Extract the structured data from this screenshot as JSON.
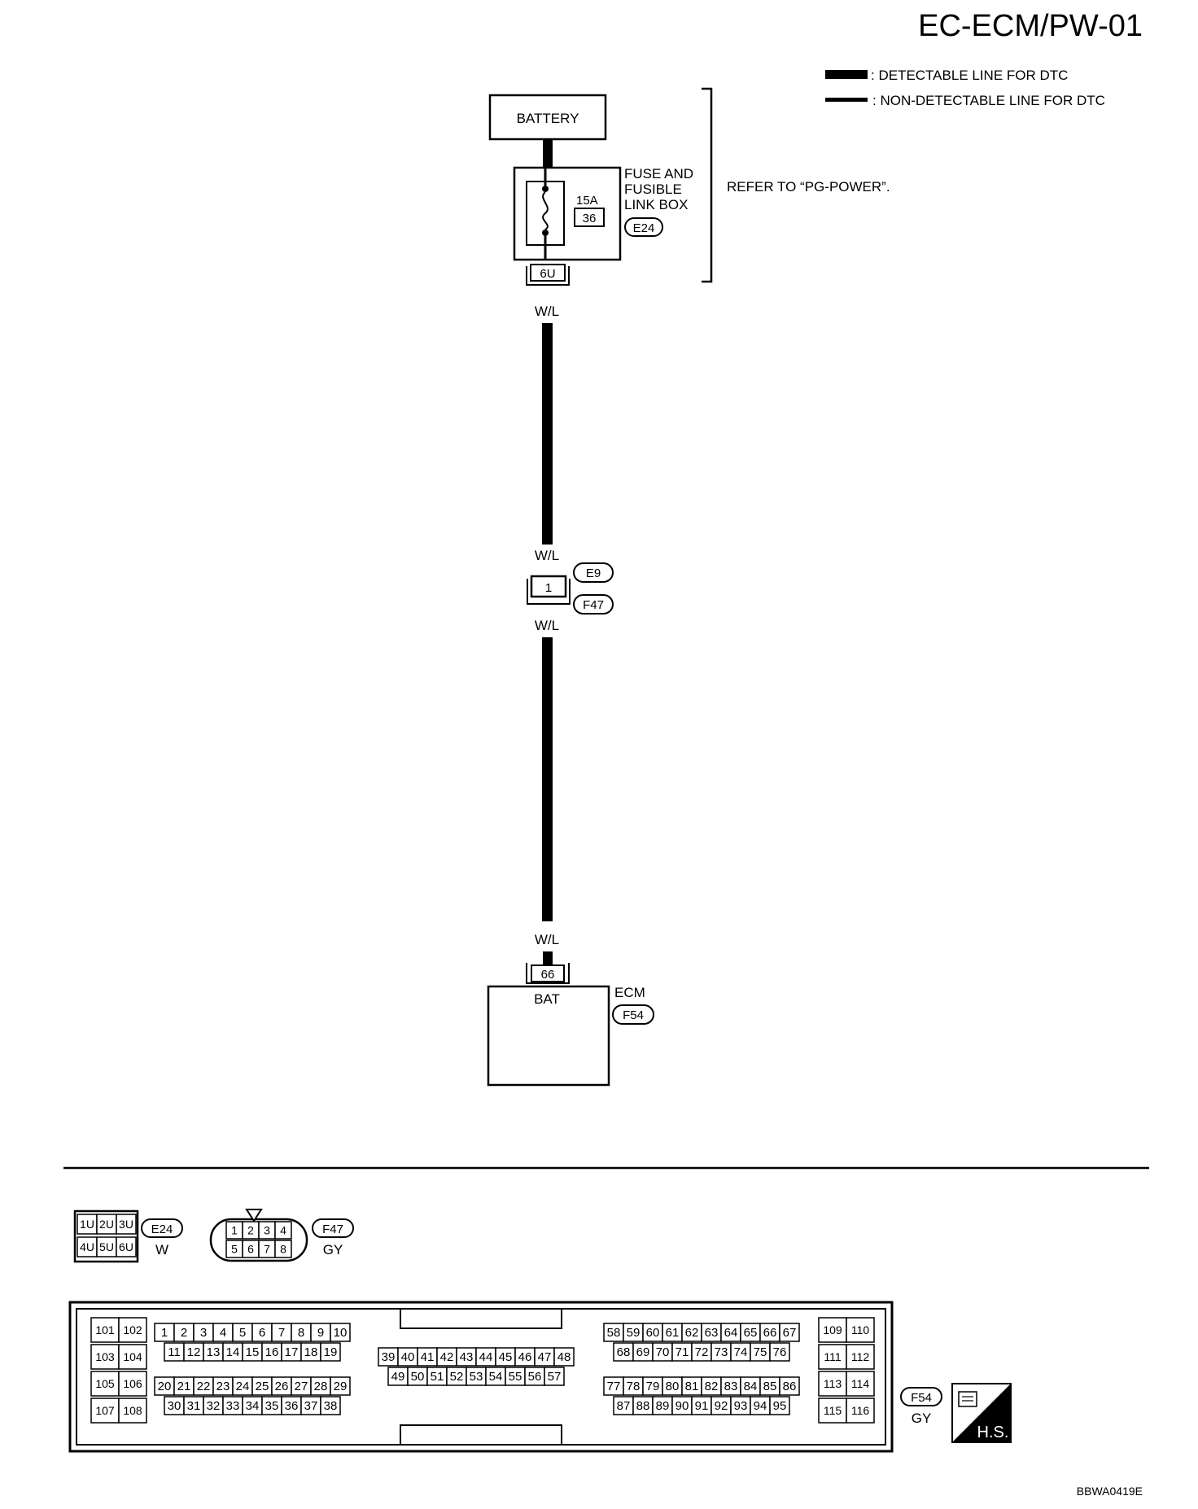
{
  "header": {
    "title": "EC-ECM/PW-01"
  },
  "legend": {
    "detectable": ": DETECTABLE LINE FOR DTC",
    "non_detectable": ": NON-DETECTABLE LINE FOR DTC"
  },
  "battery": {
    "label": "BATTERY"
  },
  "fuse_box": {
    "label_line1": "FUSE AND",
    "label_line2": "FUSIBLE",
    "label_line3": "LINK BOX",
    "fuse_rating": "15A",
    "fuse_number": "36",
    "connector": "E24",
    "terminal": "6U",
    "refer_note": "REFER TO “PG-POWER”."
  },
  "wire": {
    "color_1": "W/L",
    "color_2": "W/L",
    "color_3": "W/L",
    "color_4": "W/L"
  },
  "joint_connector": {
    "terminal": "1",
    "upper_connector": "E9",
    "lower_connector": "F47"
  },
  "ecm": {
    "label": "ECM",
    "connector": "F54",
    "terminal": "66",
    "terminal_name": "BAT"
  },
  "connector_views": {
    "e24": {
      "id": "E24",
      "color": "W",
      "pins": [
        "1U",
        "2U",
        "3U",
        "4U",
        "5U",
        "6U"
      ]
    },
    "f47": {
      "id": "F47",
      "color": "GY",
      "pins": [
        "1",
        "2",
        "3",
        "4",
        "5",
        "6",
        "7",
        "8"
      ]
    },
    "f54": {
      "id": "F54",
      "color": "GY",
      "hs_label": "H.S.",
      "block_a": [
        "101",
        "102",
        "103",
        "104",
        "105",
        "106",
        "107",
        "108"
      ],
      "row1": [
        "1",
        "2",
        "3",
        "4",
        "5",
        "6",
        "7",
        "8",
        "9",
        "10"
      ],
      "row2": [
        "11",
        "12",
        "13",
        "14",
        "15",
        "16",
        "17",
        "18",
        "19"
      ],
      "row3": [
        "20",
        "21",
        "22",
        "23",
        "24",
        "25",
        "26",
        "27",
        "28",
        "29"
      ],
      "row4": [
        "30",
        "31",
        "32",
        "33",
        "34",
        "35",
        "36",
        "37",
        "38"
      ],
      "mid_row1": [
        "39",
        "40",
        "41",
        "42",
        "43",
        "44",
        "45",
        "46",
        "47",
        "48"
      ],
      "mid_row2": [
        "49",
        "50",
        "51",
        "52",
        "53",
        "54",
        "55",
        "56",
        "57"
      ],
      "right_row1": [
        "58",
        "59",
        "60",
        "61",
        "62",
        "63",
        "64",
        "65",
        "66",
        "67"
      ],
      "right_row2": [
        "68",
        "69",
        "70",
        "71",
        "72",
        "73",
        "74",
        "75",
        "76"
      ],
      "right_row3": [
        "77",
        "78",
        "79",
        "80",
        "81",
        "82",
        "83",
        "84",
        "85",
        "86"
      ],
      "right_row4": [
        "87",
        "88",
        "89",
        "90",
        "91",
        "92",
        "93",
        "94",
        "95"
      ],
      "block_b": [
        "109",
        "110",
        "111",
        "112",
        "113",
        "114",
        "115",
        "116"
      ]
    }
  },
  "footer": {
    "code": "BBWA0419E"
  }
}
